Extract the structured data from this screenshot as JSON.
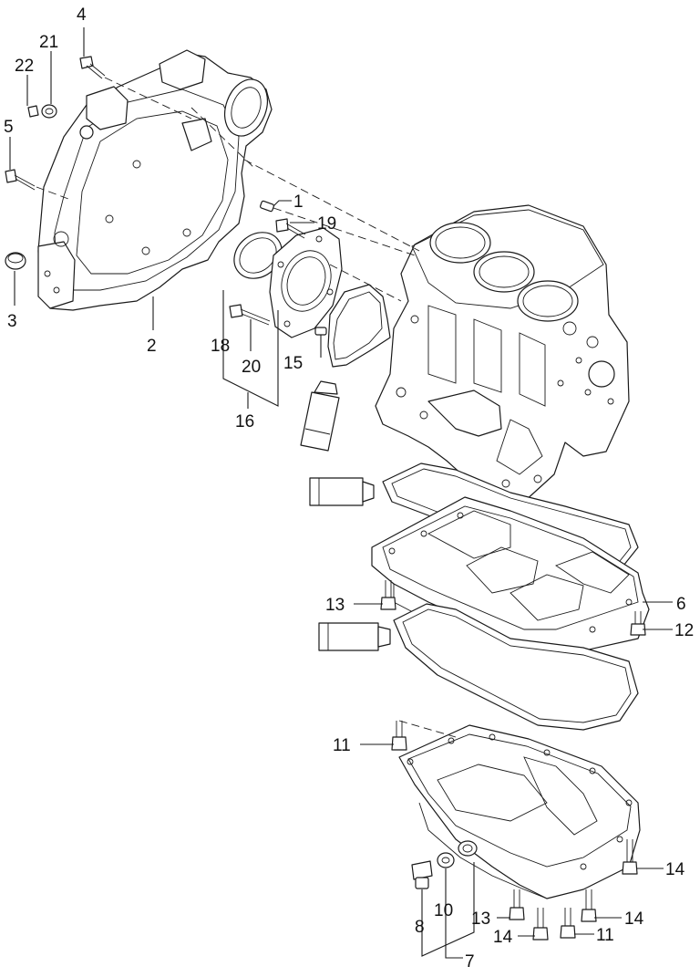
{
  "callouts": {
    "c1": "1",
    "c2": "2",
    "c3": "3",
    "c4": "4",
    "c5": "5",
    "c6": "6",
    "c7": "7",
    "c8": "8",
    "c10": "10",
    "c11a": "11",
    "c11b": "11",
    "c12": "12",
    "c13a": "13",
    "c13b": "13",
    "c14a": "14",
    "c14b": "14",
    "c14c": "14",
    "c15": "15",
    "c16": "16",
    "c18": "18",
    "c19": "19",
    "c20": "20",
    "c21": "21",
    "c22": "22"
  },
  "colors": {
    "line": "#1a1a1a",
    "background": "#ffffff"
  }
}
